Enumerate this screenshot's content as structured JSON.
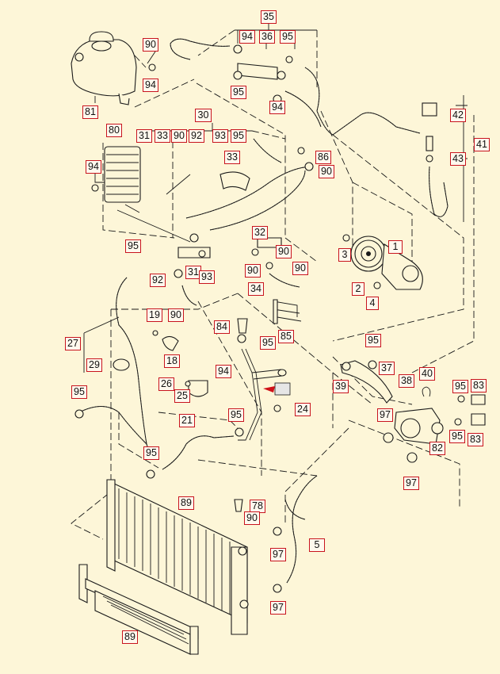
{
  "labels": [
    {
      "id": "35",
      "t": "35"
    },
    {
      "id": "94a",
      "t": "94"
    },
    {
      "id": "36",
      "t": "36"
    },
    {
      "id": "95a",
      "t": "95"
    },
    {
      "id": "90a",
      "t": "90"
    },
    {
      "id": "94b",
      "t": "94"
    },
    {
      "id": "81",
      "t": "81"
    },
    {
      "id": "95b",
      "t": "95"
    },
    {
      "id": "94c",
      "t": "94"
    },
    {
      "id": "42",
      "t": "42"
    },
    {
      "id": "30",
      "t": "30"
    },
    {
      "id": "80",
      "t": "80"
    },
    {
      "id": "31a",
      "t": "31"
    },
    {
      "id": "33a",
      "t": "33"
    },
    {
      "id": "90b",
      "t": "90"
    },
    {
      "id": "92a",
      "t": "92"
    },
    {
      "id": "93a",
      "t": "93"
    },
    {
      "id": "95c",
      "t": "95"
    },
    {
      "id": "41",
      "t": "41"
    },
    {
      "id": "86",
      "t": "86"
    },
    {
      "id": "43",
      "t": "43"
    },
    {
      "id": "94d",
      "t": "94"
    },
    {
      "id": "33b",
      "t": "33"
    },
    {
      "id": "90c",
      "t": "90"
    },
    {
      "id": "32",
      "t": "32"
    },
    {
      "id": "95d",
      "t": "95"
    },
    {
      "id": "90d",
      "t": "90"
    },
    {
      "id": "1",
      "t": "1"
    },
    {
      "id": "3",
      "t": "3"
    },
    {
      "id": "31b",
      "t": "31"
    },
    {
      "id": "90e",
      "t": "90"
    },
    {
      "id": "90f",
      "t": "90"
    },
    {
      "id": "92b",
      "t": "92"
    },
    {
      "id": "93b",
      "t": "93"
    },
    {
      "id": "2",
      "t": "2"
    },
    {
      "id": "34",
      "t": "34"
    },
    {
      "id": "4",
      "t": "4"
    },
    {
      "id": "90g",
      "t": "90"
    },
    {
      "id": "19",
      "t": "19"
    },
    {
      "id": "84",
      "t": "84"
    },
    {
      "id": "85",
      "t": "85"
    },
    {
      "id": "27",
      "t": "27"
    },
    {
      "id": "95e",
      "t": "95"
    },
    {
      "id": "18",
      "t": "18"
    },
    {
      "id": "95f",
      "t": "95"
    },
    {
      "id": "29",
      "t": "29"
    },
    {
      "id": "94e",
      "t": "94"
    },
    {
      "id": "37",
      "t": "37"
    },
    {
      "id": "40",
      "t": "40"
    },
    {
      "id": "38",
      "t": "38"
    },
    {
      "id": "26",
      "t": "26"
    },
    {
      "id": "39",
      "t": "39"
    },
    {
      "id": "95g",
      "t": "95"
    },
    {
      "id": "83a",
      "t": "83"
    },
    {
      "id": "25",
      "t": "25"
    },
    {
      "id": "95h",
      "t": "95"
    },
    {
      "id": "24",
      "t": "24"
    },
    {
      "id": "95i",
      "t": "95"
    },
    {
      "id": "97a",
      "t": "97"
    },
    {
      "id": "21",
      "t": "21"
    },
    {
      "id": "95j",
      "t": "95"
    },
    {
      "id": "83b",
      "t": "83"
    },
    {
      "id": "82",
      "t": "82"
    },
    {
      "id": "95k",
      "t": "95"
    },
    {
      "id": "97b",
      "t": "97"
    },
    {
      "id": "89a",
      "t": "89"
    },
    {
      "id": "78",
      "t": "78"
    },
    {
      "id": "90h",
      "t": "90"
    },
    {
      "id": "5",
      "t": "5"
    },
    {
      "id": "97c",
      "t": "97"
    },
    {
      "id": "97d",
      "t": "97"
    },
    {
      "id": "89b",
      "t": "89"
    }
  ]
}
